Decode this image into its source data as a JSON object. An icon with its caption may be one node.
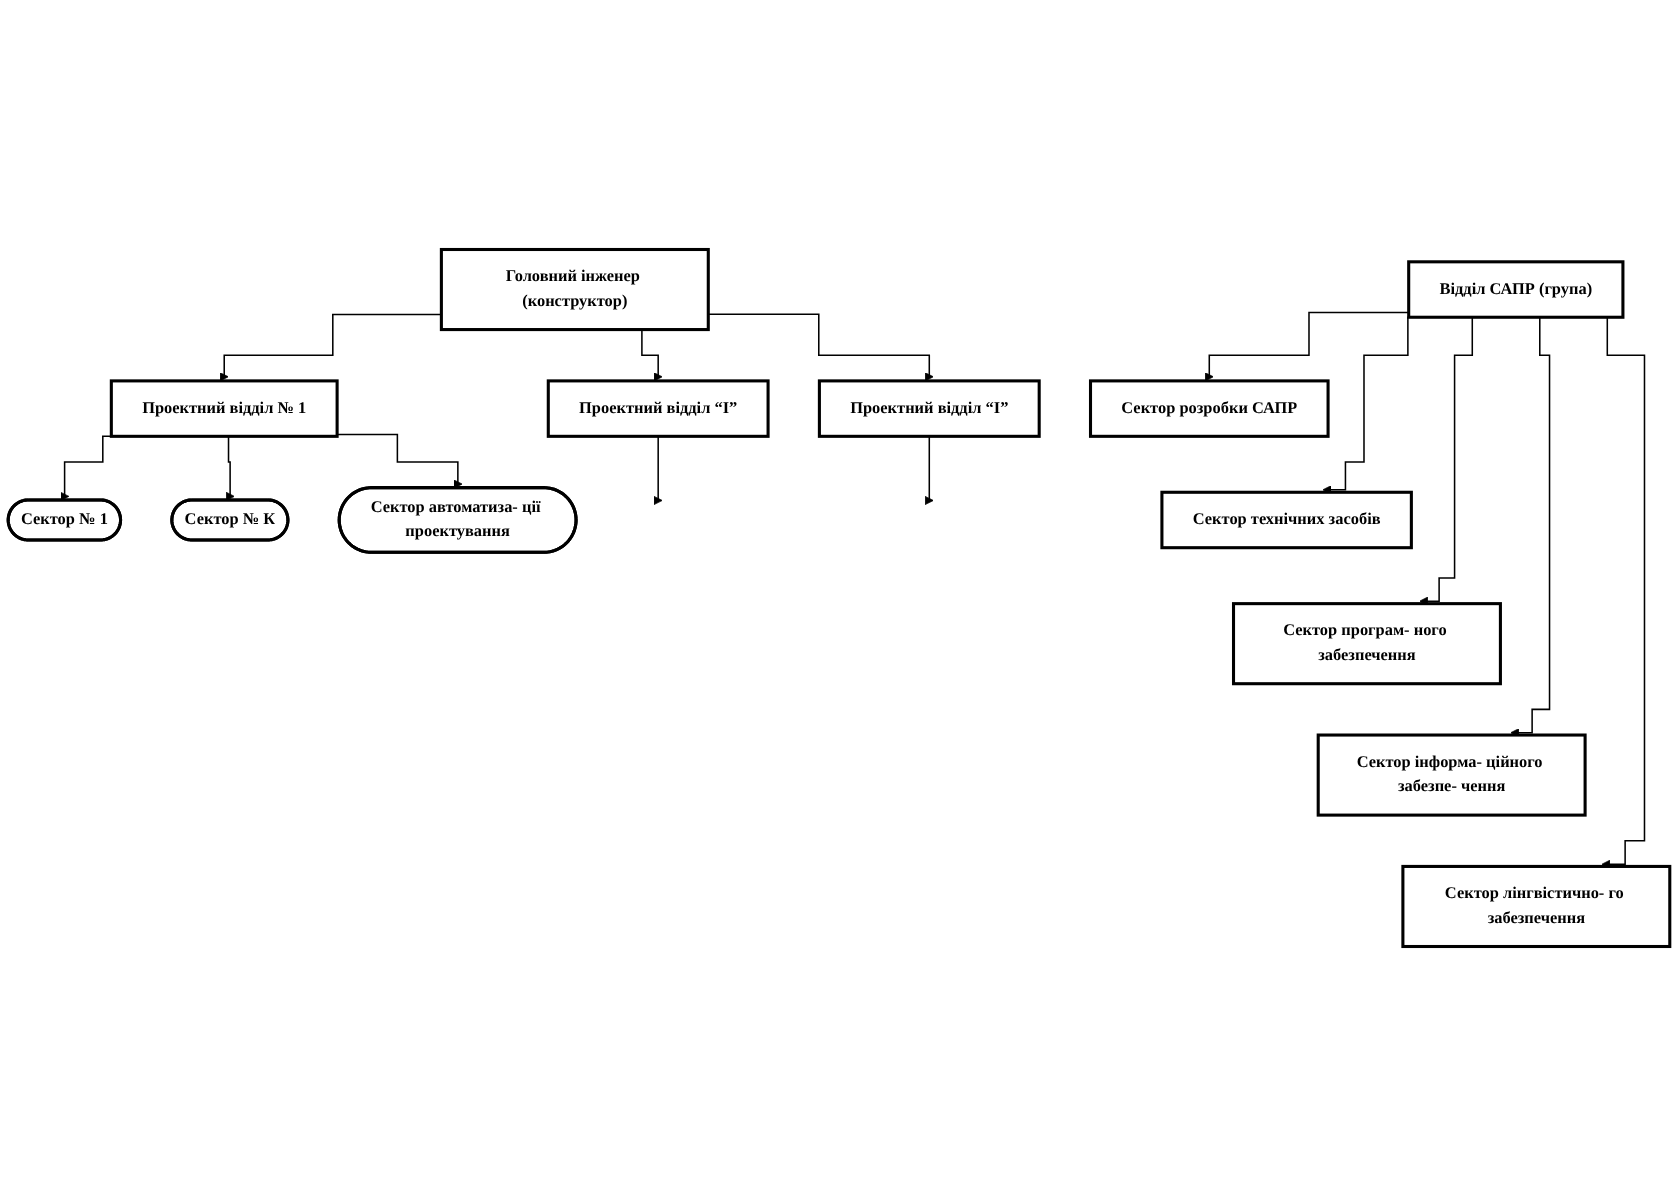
{
  "diagram": {
    "nodes": [
      {
        "text": [
          "Головний інженер (конструктор)"
        ]
      },
      {
        "text": [
          "Відділ САПР (група)"
        ]
      },
      {
        "text": [
          "Проектний відділ № 1"
        ]
      },
      {
        "text": [
          "Проектний відділ “І”"
        ]
      },
      {
        "text": [
          "Проектний відділ “І”"
        ]
      },
      {
        "text": [
          "Сектор розробки САПР"
        ]
      },
      {
        "text": [
          "Сектор технічних засобів"
        ]
      },
      {
        "text": [
          "Сектор програм- ного забезпечення"
        ]
      },
      {
        "text": [
          "Сектор інформа- ційного забезпе- чення"
        ]
      },
      {
        "text": [
          "Сектор лінгвістично- го забезпечення"
        ]
      },
      {
        "text": [
          "Сектор № 1"
        ]
      },
      {
        "text": [
          "Сектор № К"
        ]
      },
      {
        "text": [
          "Сектор автоматиза- ції проектування"
        ]
      }
    ],
    "edges": [
      {
        "from": 0,
        "to": 2,
        "arrow": "to"
      },
      {
        "from": 0,
        "to": 3,
        "arrow": "to"
      },
      {
        "from": 0,
        "to": 4,
        "arrow": "to"
      },
      {
        "from": 1,
        "to": 5,
        "arrow": "to"
      },
      {
        "from": 1,
        "to": 6,
        "arrow": "to"
      },
      {
        "from": 1,
        "to": 7,
        "arrow": "to"
      },
      {
        "from": 1,
        "to": 8,
        "arrow": "to"
      },
      {
        "from": 1,
        "to": 9,
        "arrow": "to"
      },
      {
        "from": 2,
        "to": 10,
        "arrow": "to"
      },
      {
        "from": 2,
        "to": 11,
        "arrow": "to"
      },
      {
        "from": 2,
        "to": 12,
        "arrow": "to"
      },
      {
        "from": 3,
        "to": null,
        "arrow": "to"
      },
      {
        "from": 4,
        "to": null,
        "arrow": "to"
      }
    ]
  }
}
